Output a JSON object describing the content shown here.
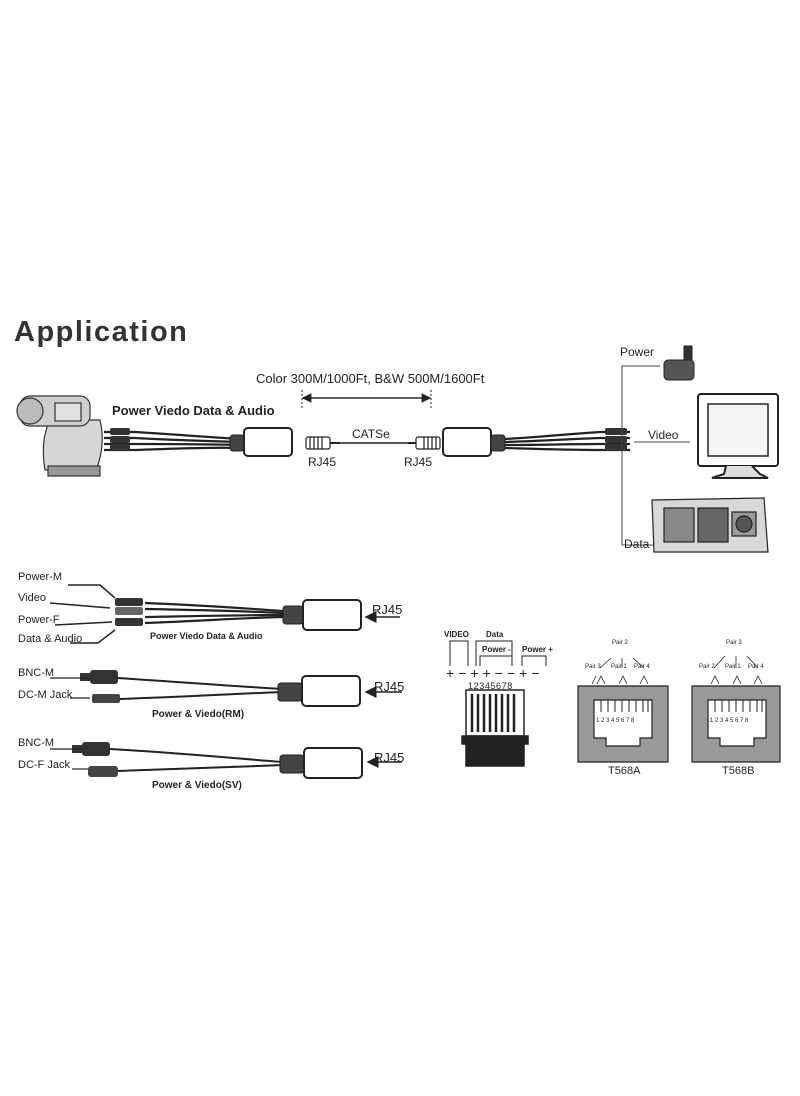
{
  "title": "Application",
  "top": {
    "distance": "Color 300M/1000Ft, B&W 500M/1600Ft",
    "camera_label": "Power Viedo Data & Audio",
    "cable": "CATSe",
    "rj45_left": "RJ45",
    "rj45_right": "RJ45",
    "power": "Power",
    "video": "Video",
    "data": "Data"
  },
  "adapters": [
    {
      "lines": [
        "Power-M",
        "Video",
        "Power-F",
        "Data & Audio"
      ],
      "caption": "Power Viedo Data & Audio",
      "rj45": "RJ45"
    },
    {
      "lines": [
        "BNC-M",
        "DC-M Jack"
      ],
      "caption": "Power & Viedo(RM)",
      "rj45": "RJ45"
    },
    {
      "lines": [
        "BNC-M",
        "DC-F Jack"
      ],
      "caption": "Power & Viedo(SV)",
      "rj45": "RJ45"
    }
  ],
  "plug": {
    "video": "VIDEO",
    "data": "Data",
    "power_minus": "Power -",
    "power_plus": "Power +",
    "pins": "12345678",
    "polarity": [
      "+",
      "−",
      "+",
      "+",
      "−",
      "−",
      "+",
      "−"
    ]
  },
  "jacks": [
    {
      "name": "T568A",
      "top_pair": "Pair 2",
      "pairs": [
        "Pair 3",
        "Pair 1",
        "Pair 4"
      ],
      "pins": "1 2 3 4 5 6 7 8"
    },
    {
      "name": "T568B",
      "top_pair": "Pair 3",
      "pairs": [
        "Pair 2",
        "Pair 1",
        "Pair 4"
      ],
      "pins": "1 2 3 4 5 6 7 8"
    }
  ]
}
